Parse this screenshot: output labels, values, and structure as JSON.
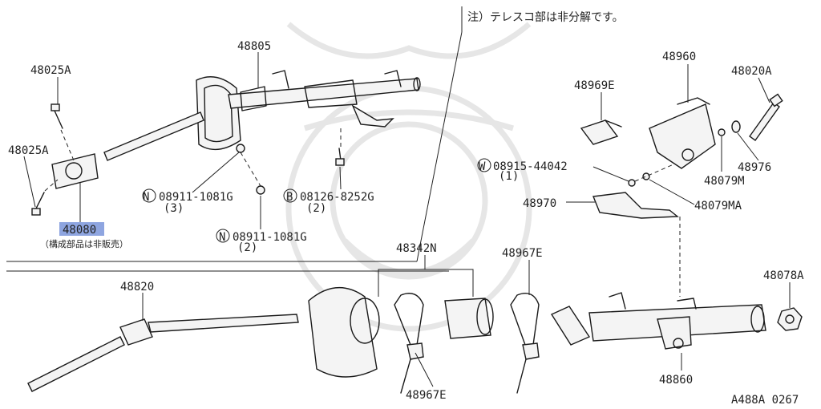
{
  "note": "注）テレスコ部は非分解です。",
  "subnote": "（構成部品は非販売）",
  "footer_code": "A488A 0267",
  "highlight_color": "#8ea5e0",
  "parts": {
    "p48805": "48805",
    "p48025A_top": "48025A",
    "p48025A_mid": "48025A",
    "p48080": "48080",
    "p08911_a": "08911-1081G",
    "p08911_a_qty": "(3)",
    "p08911_b": "08911-1081G",
    "p08911_b_qty": "(2)",
    "p08126": "08126-8252G",
    "p08126_qty": "(2)",
    "p48960": "48960",
    "p48020A": "48020A",
    "p48969E": "48969E",
    "p08915": "08915-44042",
    "p08915_qty": "(1)",
    "p48079M": "48079M",
    "p48976": "48976",
    "p48970": "48970",
    "p48079MA": "48079MA",
    "p48820": "48820",
    "p48342N": "48342N",
    "p48967E_top": "48967E",
    "p48967E_bottom": "48967E",
    "p48078A": "48078A",
    "p48860": "48860"
  },
  "prefixes": {
    "N": "N",
    "B": "B",
    "W": "W"
  }
}
